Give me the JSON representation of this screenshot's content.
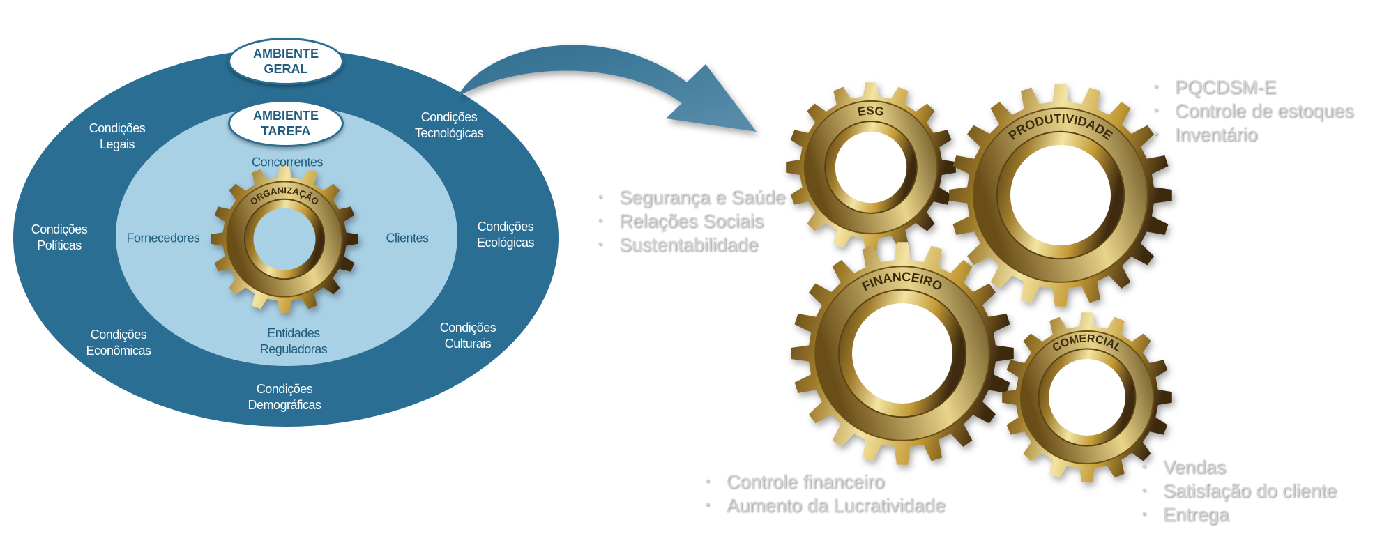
{
  "colors": {
    "outer_ring": "#2a6f93",
    "inner_ring": "#a9d1e6",
    "arrow": "#3d7a9b",
    "gold_dark": "#4e3a12",
    "gold_mid": "#c39a35",
    "gold_light": "#f3e4a2",
    "list_text": "#d4d4d4"
  },
  "environment": {
    "general_badge": [
      "AMBIENTE",
      "GERAL"
    ],
    "task_badge": [
      "AMBIENTE",
      "TAREFA"
    ],
    "outer_labels": {
      "legais": [
        "Condições",
        "Legais"
      ],
      "tecnologicas": [
        "Condições",
        "Tecnológicas"
      ],
      "politicas": [
        "Condições",
        "Políticas"
      ],
      "ecologicas": [
        "Condições",
        "Ecológicas"
      ],
      "economicas": [
        "Condições",
        "Econômicas"
      ],
      "culturais": [
        "Condições",
        "Culturais"
      ],
      "demograficas": [
        "Condições",
        "Demográficas"
      ]
    },
    "inner_labels": {
      "concorrentes": "Concorrentes",
      "fornecedores": "Fornecedores",
      "clientes": "Clientes",
      "reguladoras": [
        "Entidades",
        "Reguladoras"
      ]
    },
    "center_gear": "ORGANIZAÇÃO"
  },
  "gears": {
    "esg": "ESG",
    "produtividade": "PRODUTIVIDADE",
    "financeiro": "FINANCEIRO",
    "comercial": "COMERCIAL"
  },
  "lists": {
    "esg": [
      "Segurança e Saúde",
      "Relações Sociais",
      "Sustentabilidade"
    ],
    "produtividade": [
      "PQCDSM-E",
      "Controle de estoques",
      "Inventário"
    ],
    "financeiro": [
      "Controle financeiro",
      "Aumento da Lucratividade"
    ],
    "comercial": [
      "Vendas",
      "Satisfação do cliente",
      "Entrega"
    ]
  }
}
